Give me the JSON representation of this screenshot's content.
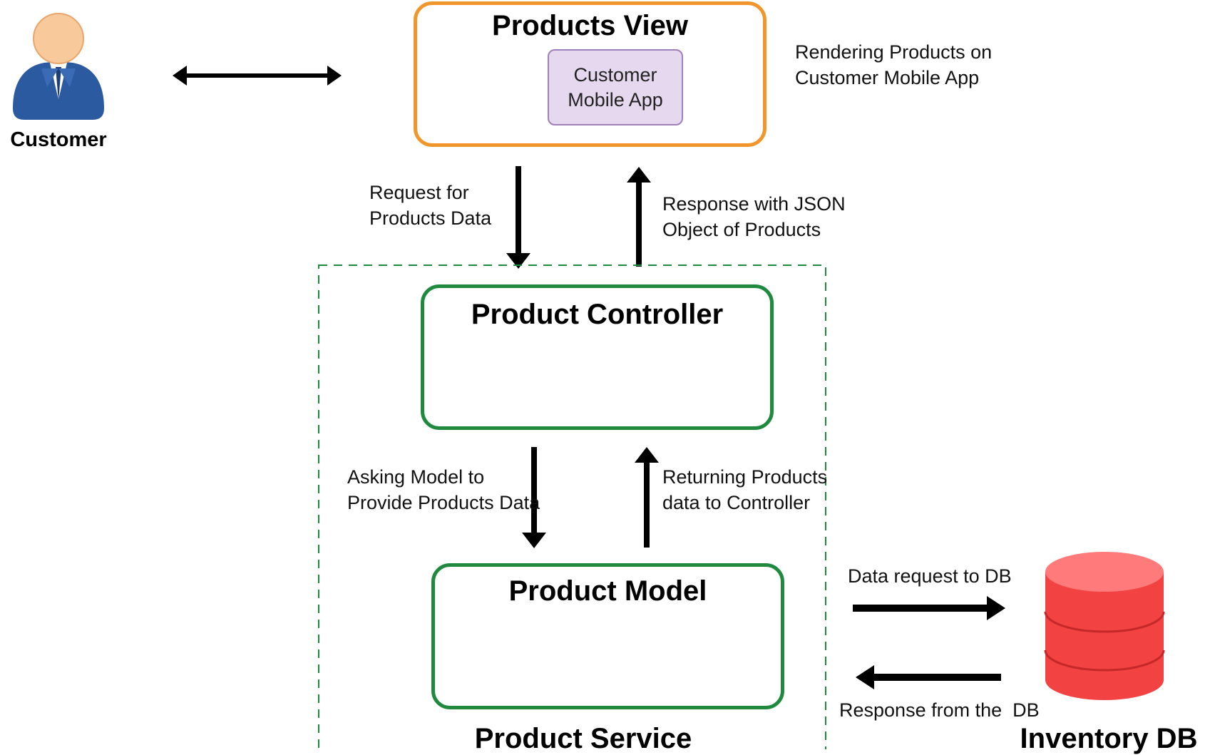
{
  "actors": {
    "customer": {
      "label": "Customer"
    },
    "database": {
      "label": "Inventory DB"
    }
  },
  "products_view": {
    "title": "Products View",
    "app_line1": "Customer",
    "app_line2": "Mobile App",
    "description_line1": "Rendering Products on",
    "description_line2": "Customer Mobile App",
    "icon": "smartphone-icon"
  },
  "product_service": {
    "label": "Product Service",
    "controller": {
      "title": "Product Controller",
      "icon": "gears-icon"
    },
    "model": {
      "title": "Product Model",
      "icon": "documents-icon"
    }
  },
  "flows": {
    "request_line1": "Request for",
    "request_line2": "Products Data",
    "response_line1": "Response with JSON",
    "response_line2": "Object of Products",
    "asking_line1": "Asking Model to",
    "asking_line2": "Provide Products Data",
    "returning_line1": "Returning Products",
    "returning_line2": "data to Controller",
    "db_request": "Data request to DB",
    "db_response": "Response from the  DB"
  },
  "colors": {
    "view_border": "#f0962d",
    "service_border": "#1f8a3e",
    "app_fill": "#e6d8ee",
    "gear": "#2e8ff0",
    "db_red": "#f24242",
    "person_blue": "#2c5aa0",
    "person_skin": "#f8c99a"
  }
}
